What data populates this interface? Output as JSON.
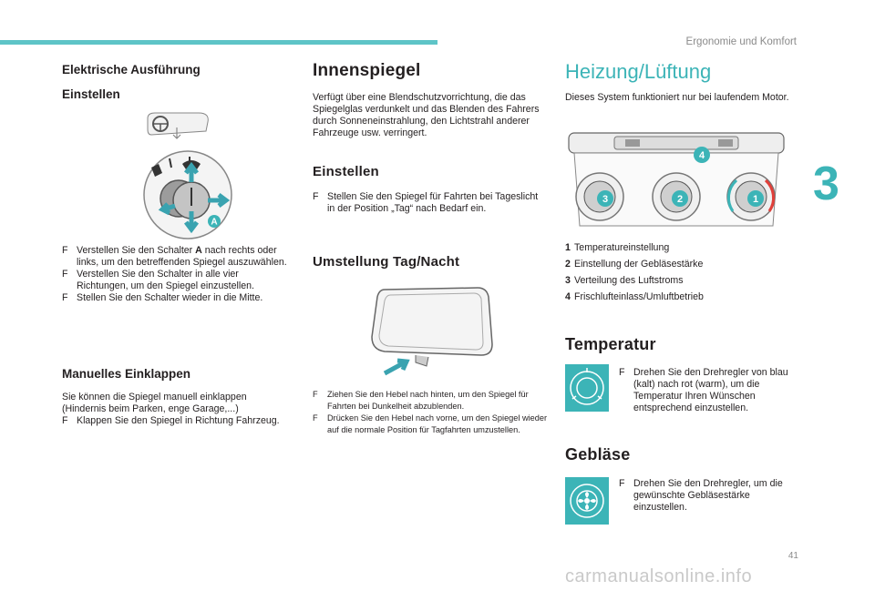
{
  "header": {
    "chapter_title": "Ergonomie und Komfort",
    "chapter_number": "3"
  },
  "col1": {
    "heading": "Elektrische Ausführung",
    "subheading": "Einstellen",
    "badge_letter": "A",
    "bullets": [
      "Verstellen Sie den Schalter A nach rechts oder links, um den betreffenden Spiegel auszuwählen.",
      "Verstellen Sie den Schalter in alle vier Richtungen, um den Spiegel einzustellen.",
      "Stellen Sie den Schalter wieder in die Mitte."
    ],
    "manual_heading": "Manuelles Einklappen",
    "manual_text": "Sie können die Spiegel manuell einklappen (Hindernis beim Parken, enge Garage,...)",
    "manual_bullet": "Klappen Sie den Spiegel in Richtung Fahrzeug."
  },
  "col2": {
    "heading": "Innenspiegel",
    "intro": "Verfügt über eine Blendschutzvorrichtung, die das Spiegelglas verdunkelt und das Blenden des Fahrers durch Sonneneinstrahlung, den Lichtstrahl anderer Fahrzeuge usw. verringert.",
    "adjust_heading": "Einstellen",
    "adjust_bullet": "Stellen Sie den Spiegel für Fahrten bei Tageslicht in der Position „Tag“ nach Bedarf ein.",
    "daynight_heading": "Umstellung Tag/Nacht",
    "daynight_bullets": [
      "Ziehen Sie den Hebel nach hinten, um den Spiegel für Fahrten bei Dunkelheit abzublenden.",
      "Drücken Sie den Hebel nach vorne, um den Spiegel wieder auf die normale Position für Tagfahrten umzustellen."
    ]
  },
  "col3": {
    "heading": "Heizung/Lüftung",
    "intro": "Dieses System funktioniert nur bei laufendem Motor.",
    "callouts": [
      "1",
      "2",
      "3",
      "4"
    ],
    "legend": [
      {
        "num": "1",
        "text": "Temperatureinstellung"
      },
      {
        "num": "2",
        "text": "Einstellung der Gebläsestärke"
      },
      {
        "num": "3",
        "text": "Verteilung des Luftstroms"
      },
      {
        "num": "4",
        "text": "Frischlufteinlass/Umluftbetrieb"
      }
    ],
    "temp_heading": "Temperatur",
    "temp_bullet": "Drehen Sie den Drehregler von blau (kalt) nach rot (warm), um die Temperatur Ihren Wünschen entsprechend einzustellen.",
    "fan_heading": "Gebläse",
    "fan_bullet": "Drehen Sie den Drehregler, um die gewünschte Gebläsestärke einzustellen."
  },
  "footer": {
    "page_number": "41",
    "watermark": "carmanualsonline.info"
  },
  "colors": {
    "accent": "#3cb4b7",
    "marker": "#231f20",
    "arrow": "#3aa3b0"
  },
  "bullet_glyph": "F"
}
